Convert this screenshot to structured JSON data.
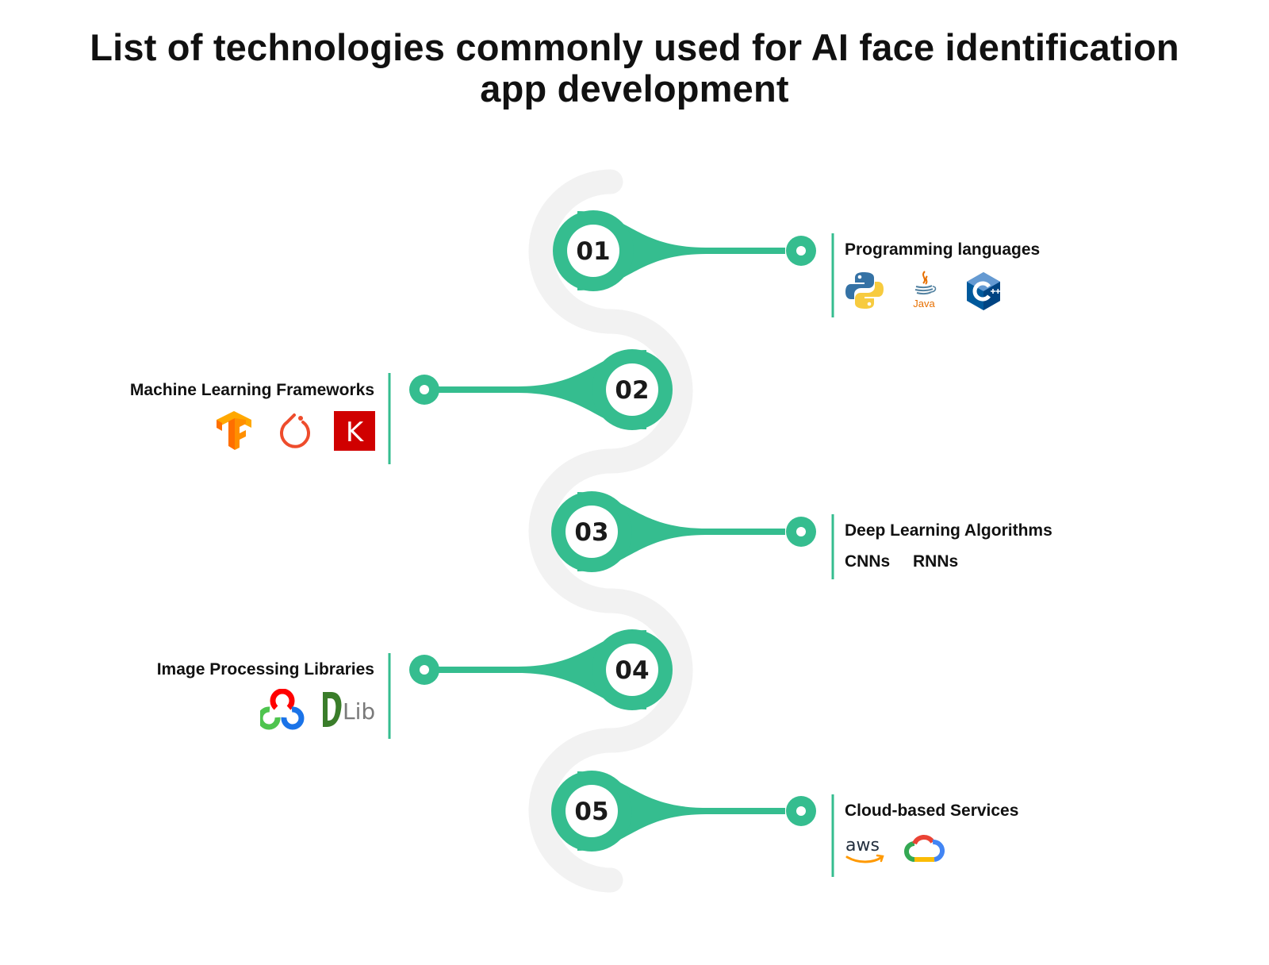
{
  "title": {
    "line1": "List of technologies commonly used for AI face identification",
    "line2": "app development"
  },
  "colors": {
    "accent": "#35bd8f",
    "track": "#f2f2f2",
    "text": "#111111"
  },
  "steps": [
    {
      "number": "01",
      "label": "Programming languages",
      "icons": [
        "python-icon",
        "java-icon",
        "cplusplus-icon"
      ],
      "icon_text": {
        "java": "Java"
      }
    },
    {
      "number": "02",
      "label": "Machine Learning Frameworks",
      "icons": [
        "tensorflow-icon",
        "pytorch-icon",
        "keras-icon"
      ],
      "icon_text": {
        "keras": "K"
      }
    },
    {
      "number": "03",
      "label": "Deep Learning Algorithms",
      "items": [
        "CNNs",
        "RNNs"
      ]
    },
    {
      "number": "04",
      "label": "Image Processing Libraries",
      "icons": [
        "opencv-icon",
        "dlib-icon"
      ],
      "icon_text": {
        "dlib": "Lib"
      }
    },
    {
      "number": "05",
      "label": "Cloud-based Services",
      "icons": [
        "aws-icon",
        "google-cloud-icon"
      ],
      "icon_text": {
        "aws": "aws"
      }
    }
  ]
}
